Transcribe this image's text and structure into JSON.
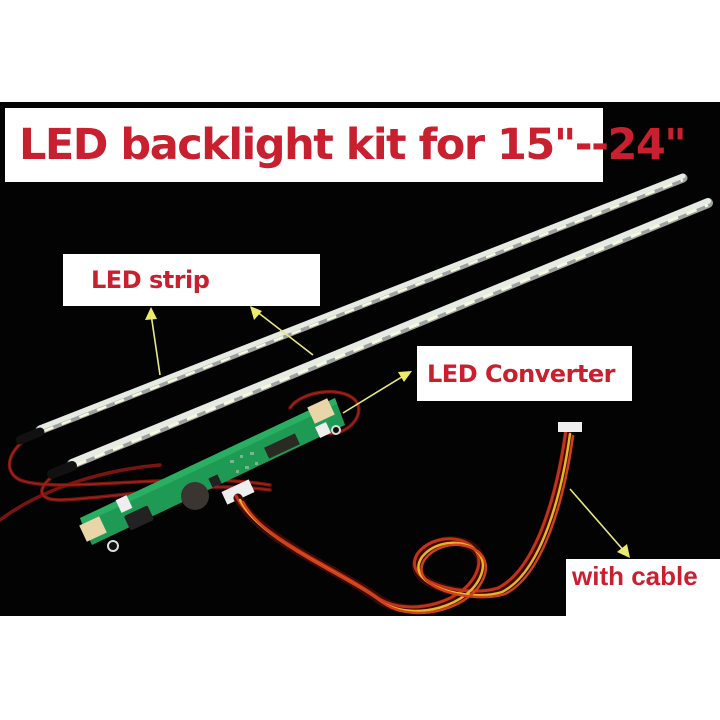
{
  "image": {
    "background_color": "#ffffff",
    "photo_background": "#030303",
    "accent_text_color": "#c8202e",
    "arrow_color": "#e8e880"
  },
  "title": {
    "text": "LED backlight kit for 15\"--24\""
  },
  "callouts": [
    {
      "id": "led-strip",
      "text": "LED strip"
    },
    {
      "id": "led-converter",
      "text": "LED Converter"
    },
    {
      "id": "cable",
      "text": "with cable"
    }
  ],
  "objects": [
    {
      "name": "LED strip",
      "count": 2
    },
    {
      "name": "LED converter board",
      "count": 1
    },
    {
      "name": "wire harness cable",
      "count": 1
    }
  ]
}
